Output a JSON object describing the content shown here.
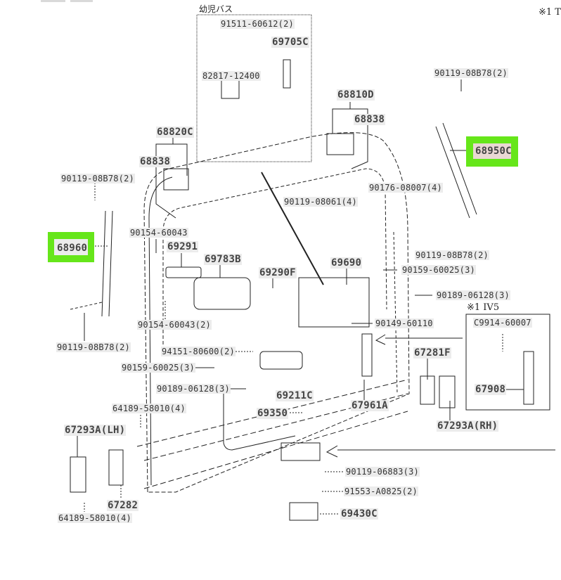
{
  "diagram": {
    "title_note": "※1 T",
    "inset_top": {
      "title": "幼児バス",
      "labels": [
        "91511-60612(2)",
        "69705C",
        "82817-12400"
      ]
    },
    "inset_right": {
      "title": "※1 IV5",
      "labels": [
        "C9914-60007",
        "67908"
      ]
    },
    "highlighted_parts": [
      "68960",
      "68950C"
    ],
    "highlight_color": "#66e61a",
    "labels": {
      "p68820C": "68820C",
      "p68838_left": "68838",
      "p68810D": "68810D",
      "p68838_right": "68838",
      "p90119_08B78_tr": "90119-08B78(2)",
      "p68950C": "68950C",
      "p90119_08B78_left": "90119-08B78(2)",
      "p90176_08007": "90176-08007(4)",
      "p90119_08061": "90119-08061(4)",
      "p68960": "68960",
      "p90154_60043": "90154-60043",
      "p69291": "69291",
      "p69783B": "69783B",
      "p69290F": "69290F",
      "p69690": "69690",
      "p90159_60025_r": "90159-60025(3)",
      "p90119_08B78_r2": "90119-08B78(2)",
      "p90189_06128_r": "90189-06128(3)",
      "p90149_60110": "90149-60110",
      "p90154_60043_2": "90154-60043(2)",
      "p90119_08B78_bl": "90119-08B78(2)",
      "p94151_80600": "94151-80600(2)",
      "p90159_60025_l": "90159-60025(3)",
      "p90189_06128_l": "90189-06128(3)",
      "p69211C": "69211C",
      "p67281F": "67281F",
      "p67961A": "67961A",
      "p69350": "69350",
      "p64189_58010_t": "64189-58010(4)",
      "p67293A_LH": "67293A(LH)",
      "p67293A_RH": "67293A(RH)",
      "p90119_06883": "90119-06883(3)",
      "p91553_A0825": "91553-A0825(2)",
      "p67282": "67282",
      "p64189_58010_b": "64189-58010(4)",
      "p69430C": "69430C"
    }
  }
}
